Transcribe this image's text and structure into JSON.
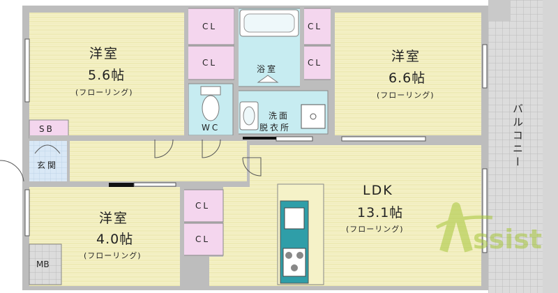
{
  "rooms": {
    "western_top_left": {
      "name": "洋室",
      "area": "5.6帖",
      "floor": "(フローリング)"
    },
    "western_top_right": {
      "name": "洋室",
      "area": "6.6帖",
      "floor": "(フローリング)"
    },
    "western_bottom": {
      "name": "洋室",
      "area": "4.0帖",
      "floor": "(フローリング)"
    },
    "ldk": {
      "name": "LDK",
      "area": "13.1帖",
      "floor": "(フローリング)"
    },
    "bath": {
      "name": "浴室"
    },
    "washroom": {
      "line1": "洗面",
      "line2": "脱衣所"
    },
    "toilet": {
      "name": "WC"
    },
    "entrance": {
      "name": "玄関"
    },
    "shoe_box": {
      "name": "SB"
    },
    "meter_box": {
      "name": "MB"
    },
    "balcony": {
      "name": "バルコニー"
    }
  },
  "closets": {
    "label": "CL"
  },
  "logo": {
    "text": "Assist"
  },
  "colors": {
    "floor_wood": "#f3f0c2",
    "grain": "#e4df9e",
    "wall": "#bdbdbd",
    "closet": "#f4d6ee",
    "wet_area": "#c7ecf1",
    "entrance": "#d7e7f5",
    "kitchen": "#2f9ea8",
    "logo_green": "#a6c63a"
  }
}
